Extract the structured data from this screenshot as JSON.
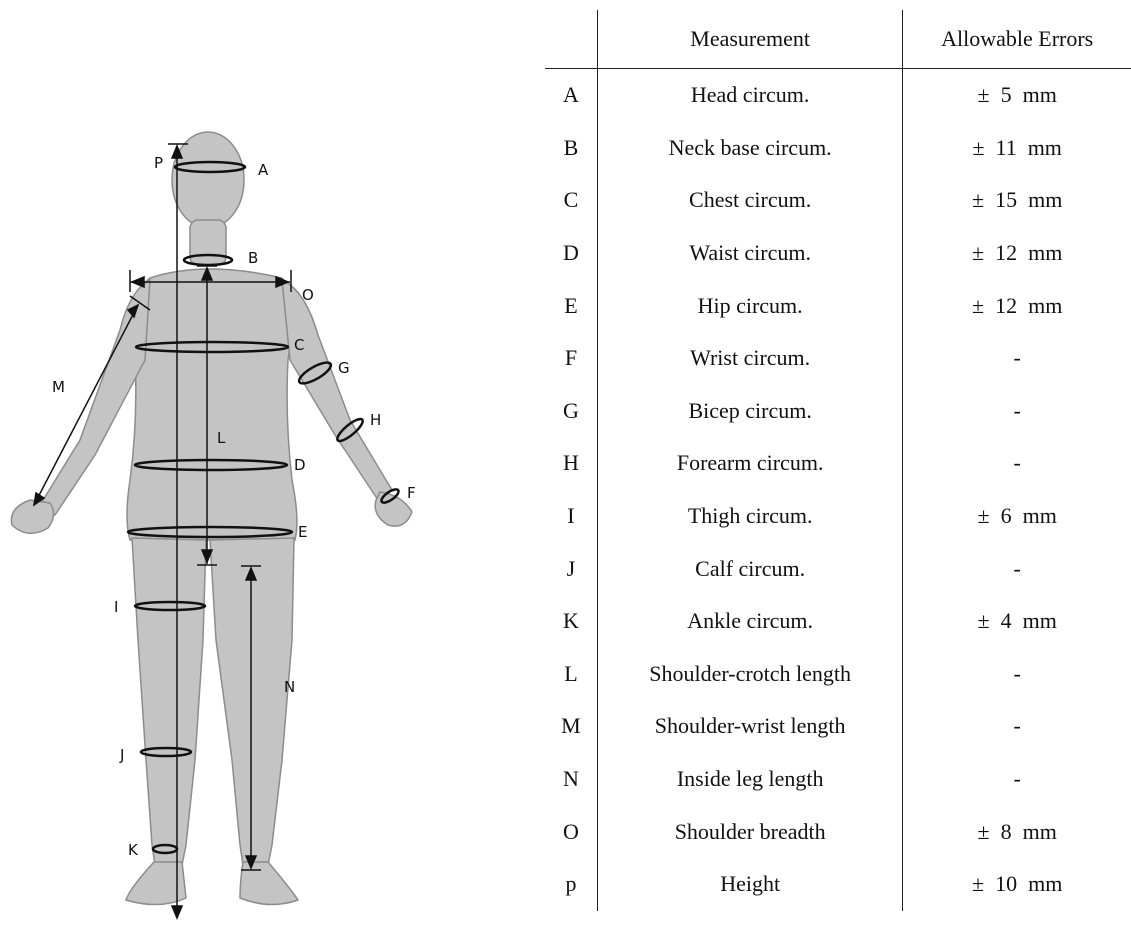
{
  "figure": {
    "labels": {
      "A": "A",
      "B": "B",
      "C": "C",
      "D": "D",
      "E": "E",
      "F": "F",
      "G": "G",
      "H": "H",
      "I": "I",
      "J": "J",
      "K": "K",
      "L": "L",
      "M": "M",
      "N": "N",
      "O": "O",
      "P": "P"
    },
    "colors": {
      "body_fill": "#c4c4c4",
      "body_stroke": "#8c8c8c",
      "marks": "#111111"
    }
  },
  "table": {
    "headers": [
      "",
      "Measurement",
      "Allowable Errors"
    ],
    "rows": [
      {
        "id": "A",
        "measurement": "Head circum.",
        "error": "±  5  mm"
      },
      {
        "id": "B",
        "measurement": "Neck base circum.",
        "error": "±  11  mm"
      },
      {
        "id": "C",
        "measurement": "Chest circum.",
        "error": "±  15  mm"
      },
      {
        "id": "D",
        "measurement": "Waist circum.",
        "error": "±  12  mm"
      },
      {
        "id": "E",
        "measurement": "Hip circum.",
        "error": "±  12  mm"
      },
      {
        "id": "F",
        "measurement": "Wrist circum.",
        "error": "-"
      },
      {
        "id": "G",
        "measurement": "Bicep circum.",
        "error": "-"
      },
      {
        "id": "H",
        "measurement": "Forearm circum.",
        "error": "-"
      },
      {
        "id": "I",
        "measurement": "Thigh circum.",
        "error": "±  6  mm"
      },
      {
        "id": "J",
        "measurement": "Calf circum.",
        "error": "-"
      },
      {
        "id": "K",
        "measurement": "Ankle circum.",
        "error": "±  4  mm"
      },
      {
        "id": "L",
        "measurement": "Shoulder-crotch length",
        "error": "-"
      },
      {
        "id": "M",
        "measurement": "Shoulder-wrist length",
        "error": "-"
      },
      {
        "id": "N",
        "measurement": "Inside leg length",
        "error": "-"
      },
      {
        "id": "O",
        "measurement": "Shoulder breadth",
        "error": "±  8  mm"
      },
      {
        "id": "p",
        "measurement": "Height",
        "error": "±  10  mm"
      }
    ]
  }
}
